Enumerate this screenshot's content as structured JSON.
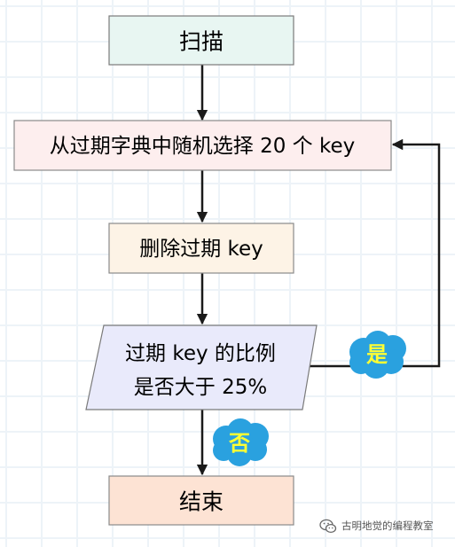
{
  "diagram": {
    "type": "flowchart",
    "colors": {
      "scan_fill": "#e8f6f2",
      "select_fill": "#fdeeee",
      "delete_fill": "#fdf3e6",
      "decision_fill": "#e9eafb",
      "end_fill": "#fde3d4",
      "tag_fill": "#2aa1df",
      "tag_yes_text": "#ffff33",
      "tag_no_text": "#ffff33",
      "arrow": "#1a1a1a"
    },
    "nodes": {
      "scan": {
        "label": "扫描"
      },
      "select": {
        "label": "从过期字典中随机选择 20 个 key"
      },
      "delete": {
        "label": "删除过期 key"
      },
      "decision": {
        "line1": "过期 key 的比例",
        "line2": "是否大于 25%"
      },
      "end": {
        "label": "结束"
      }
    },
    "edges": {
      "yes": {
        "label": "是"
      },
      "no": {
        "label": "否"
      }
    }
  },
  "watermark": {
    "icon": "wechat-icon",
    "text": "古明地觉的编程教室"
  }
}
